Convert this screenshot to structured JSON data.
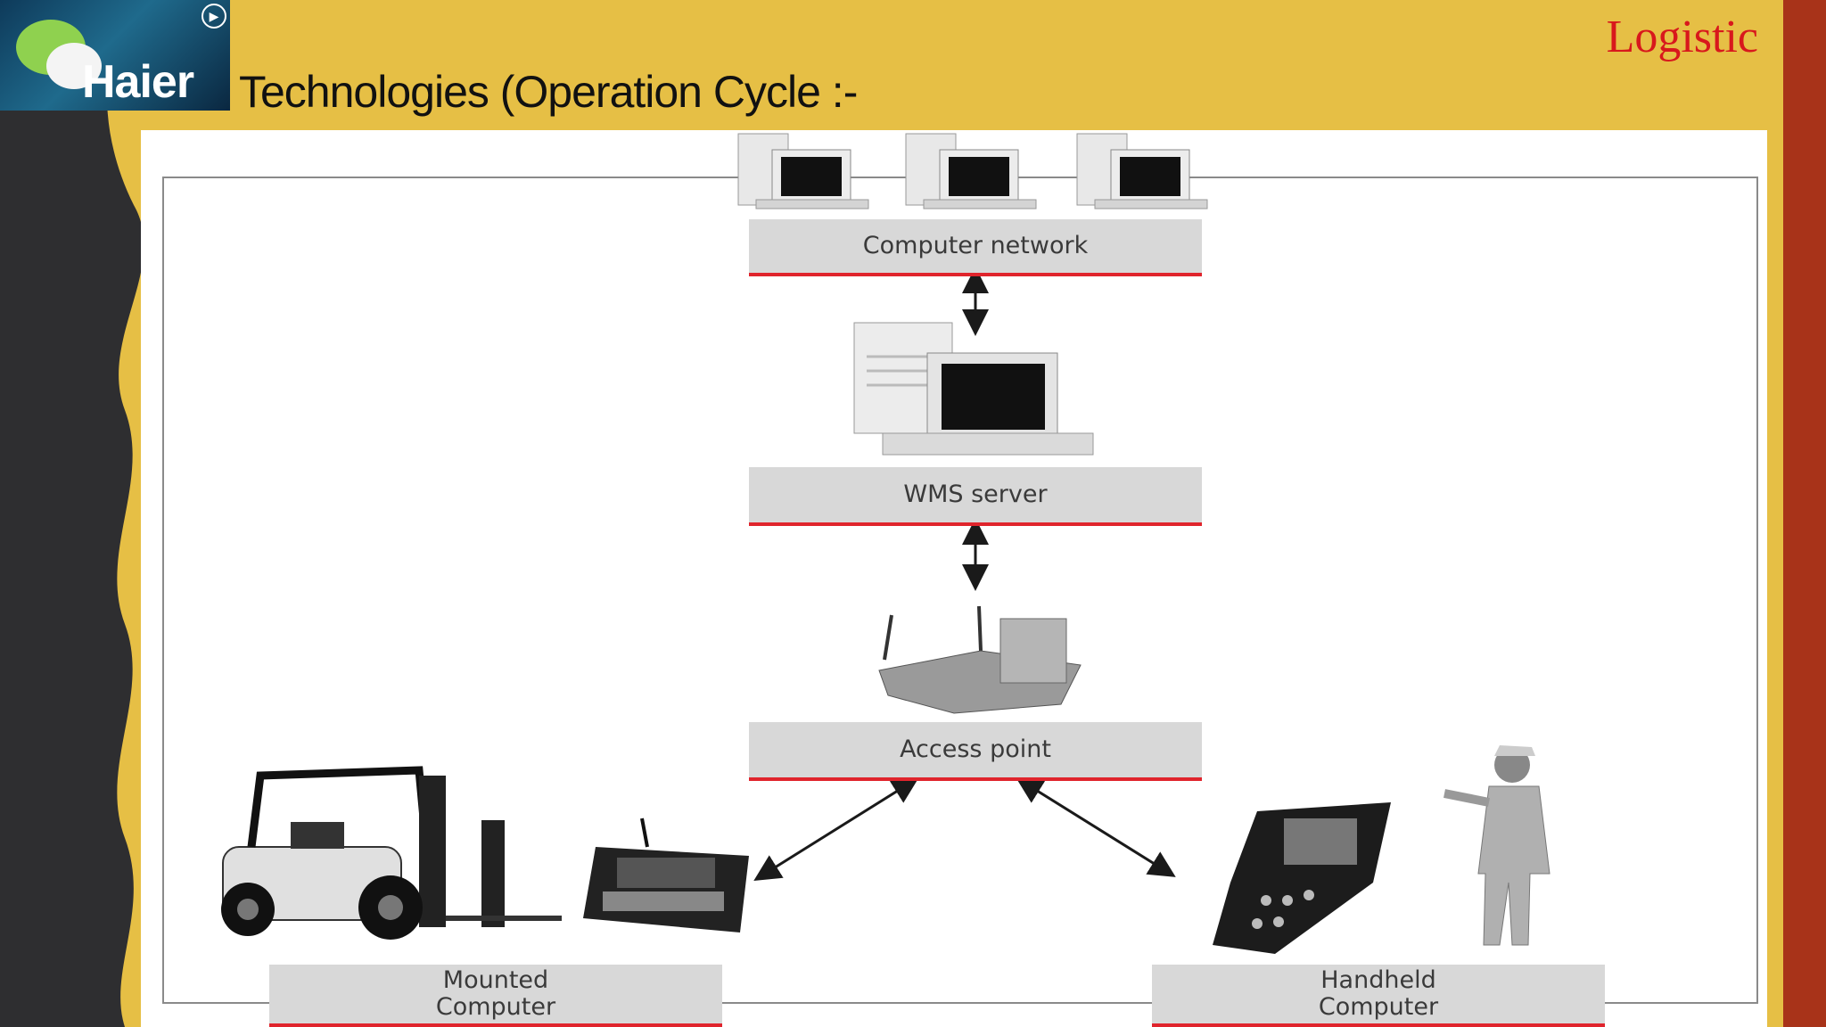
{
  "slide": {
    "title": "Technologies (Operation Cycle :-",
    "corner_label": "Logistic",
    "logo_text": "Haier"
  },
  "diagram": {
    "nodes": {
      "computer_network": "Computer network",
      "wms_server": "WMS server",
      "access_point": "Access point",
      "mounted_computer": "Mounted\nComputer",
      "handheld_computer": "Handheld\nComputer"
    }
  },
  "colors": {
    "background": "#e6bf45",
    "accent_bar": "#a83319",
    "label_underline": "#e0242c",
    "label_fill": "#d8d8d8"
  }
}
